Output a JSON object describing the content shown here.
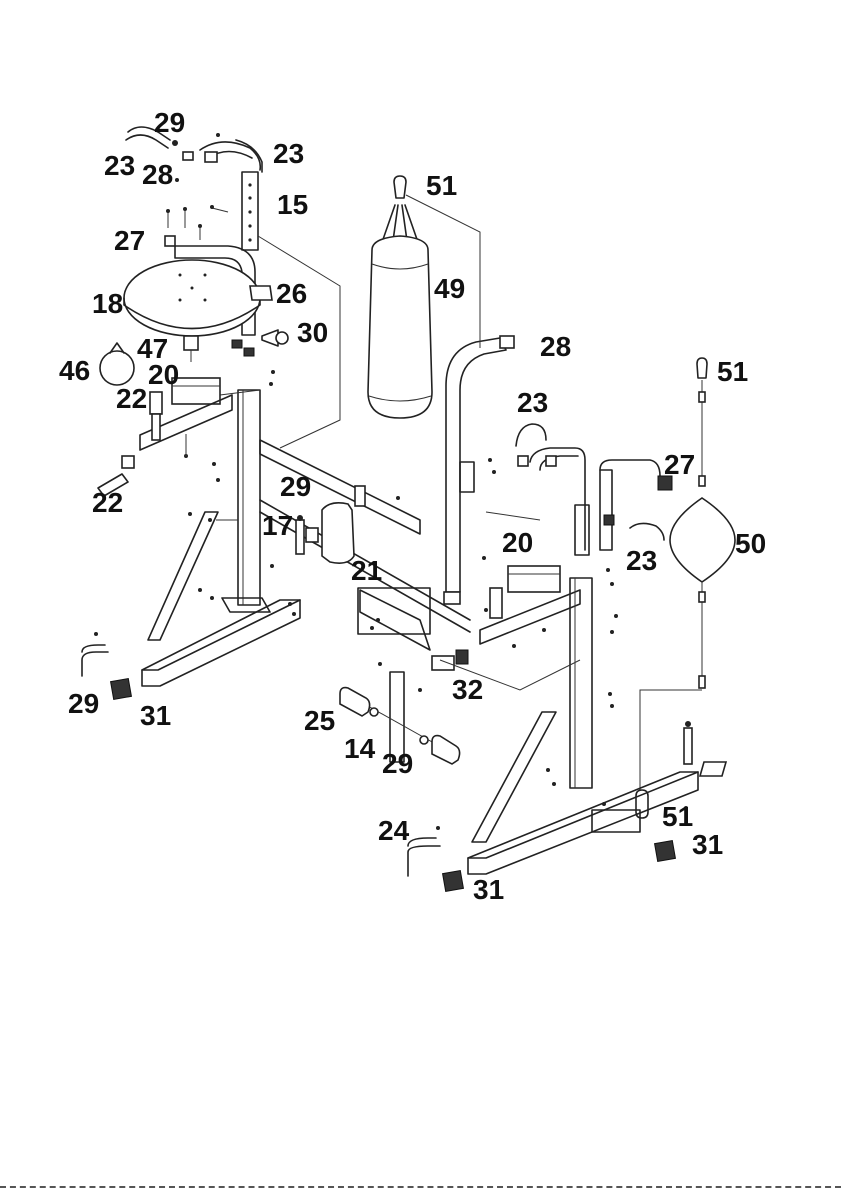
{
  "labels": [
    {
      "id": "l1",
      "text": "29"
    },
    {
      "id": "l2",
      "text": "23"
    },
    {
      "id": "l3",
      "text": "28"
    },
    {
      "id": "l4",
      "text": "23"
    },
    {
      "id": "l5",
      "text": "15"
    },
    {
      "id": "l6",
      "text": "27"
    },
    {
      "id": "l7",
      "text": "18"
    },
    {
      "id": "l8",
      "text": "26"
    },
    {
      "id": "l9",
      "text": "30"
    },
    {
      "id": "l10",
      "text": "47"
    },
    {
      "id": "l11",
      "text": "46"
    },
    {
      "id": "l12",
      "text": "20"
    },
    {
      "id": "l13",
      "text": "22"
    },
    {
      "id": "l14",
      "text": "22"
    },
    {
      "id": "l15",
      "text": "51"
    },
    {
      "id": "l16",
      "text": "49"
    },
    {
      "id": "l17",
      "text": "28"
    },
    {
      "id": "l18",
      "text": "51"
    },
    {
      "id": "l19",
      "text": "23"
    },
    {
      "id": "l20",
      "text": "27"
    },
    {
      "id": "l21",
      "text": "29"
    },
    {
      "id": "l22",
      "text": "17"
    },
    {
      "id": "l23",
      "text": "21"
    },
    {
      "id": "l24",
      "text": "20"
    },
    {
      "id": "l25",
      "text": "23"
    },
    {
      "id": "l26",
      "text": "50"
    },
    {
      "id": "l27",
      "text": "29"
    },
    {
      "id": "l28",
      "text": "31"
    },
    {
      "id": "l29",
      "text": "32"
    },
    {
      "id": "l30",
      "text": "25"
    },
    {
      "id": "l31",
      "text": "14"
    },
    {
      "id": "l32",
      "text": "29"
    },
    {
      "id": "l33",
      "text": "24"
    },
    {
      "id": "l34",
      "text": "51"
    },
    {
      "id": "l35",
      "text": "31"
    },
    {
      "id": "l36",
      "text": "31"
    }
  ]
}
